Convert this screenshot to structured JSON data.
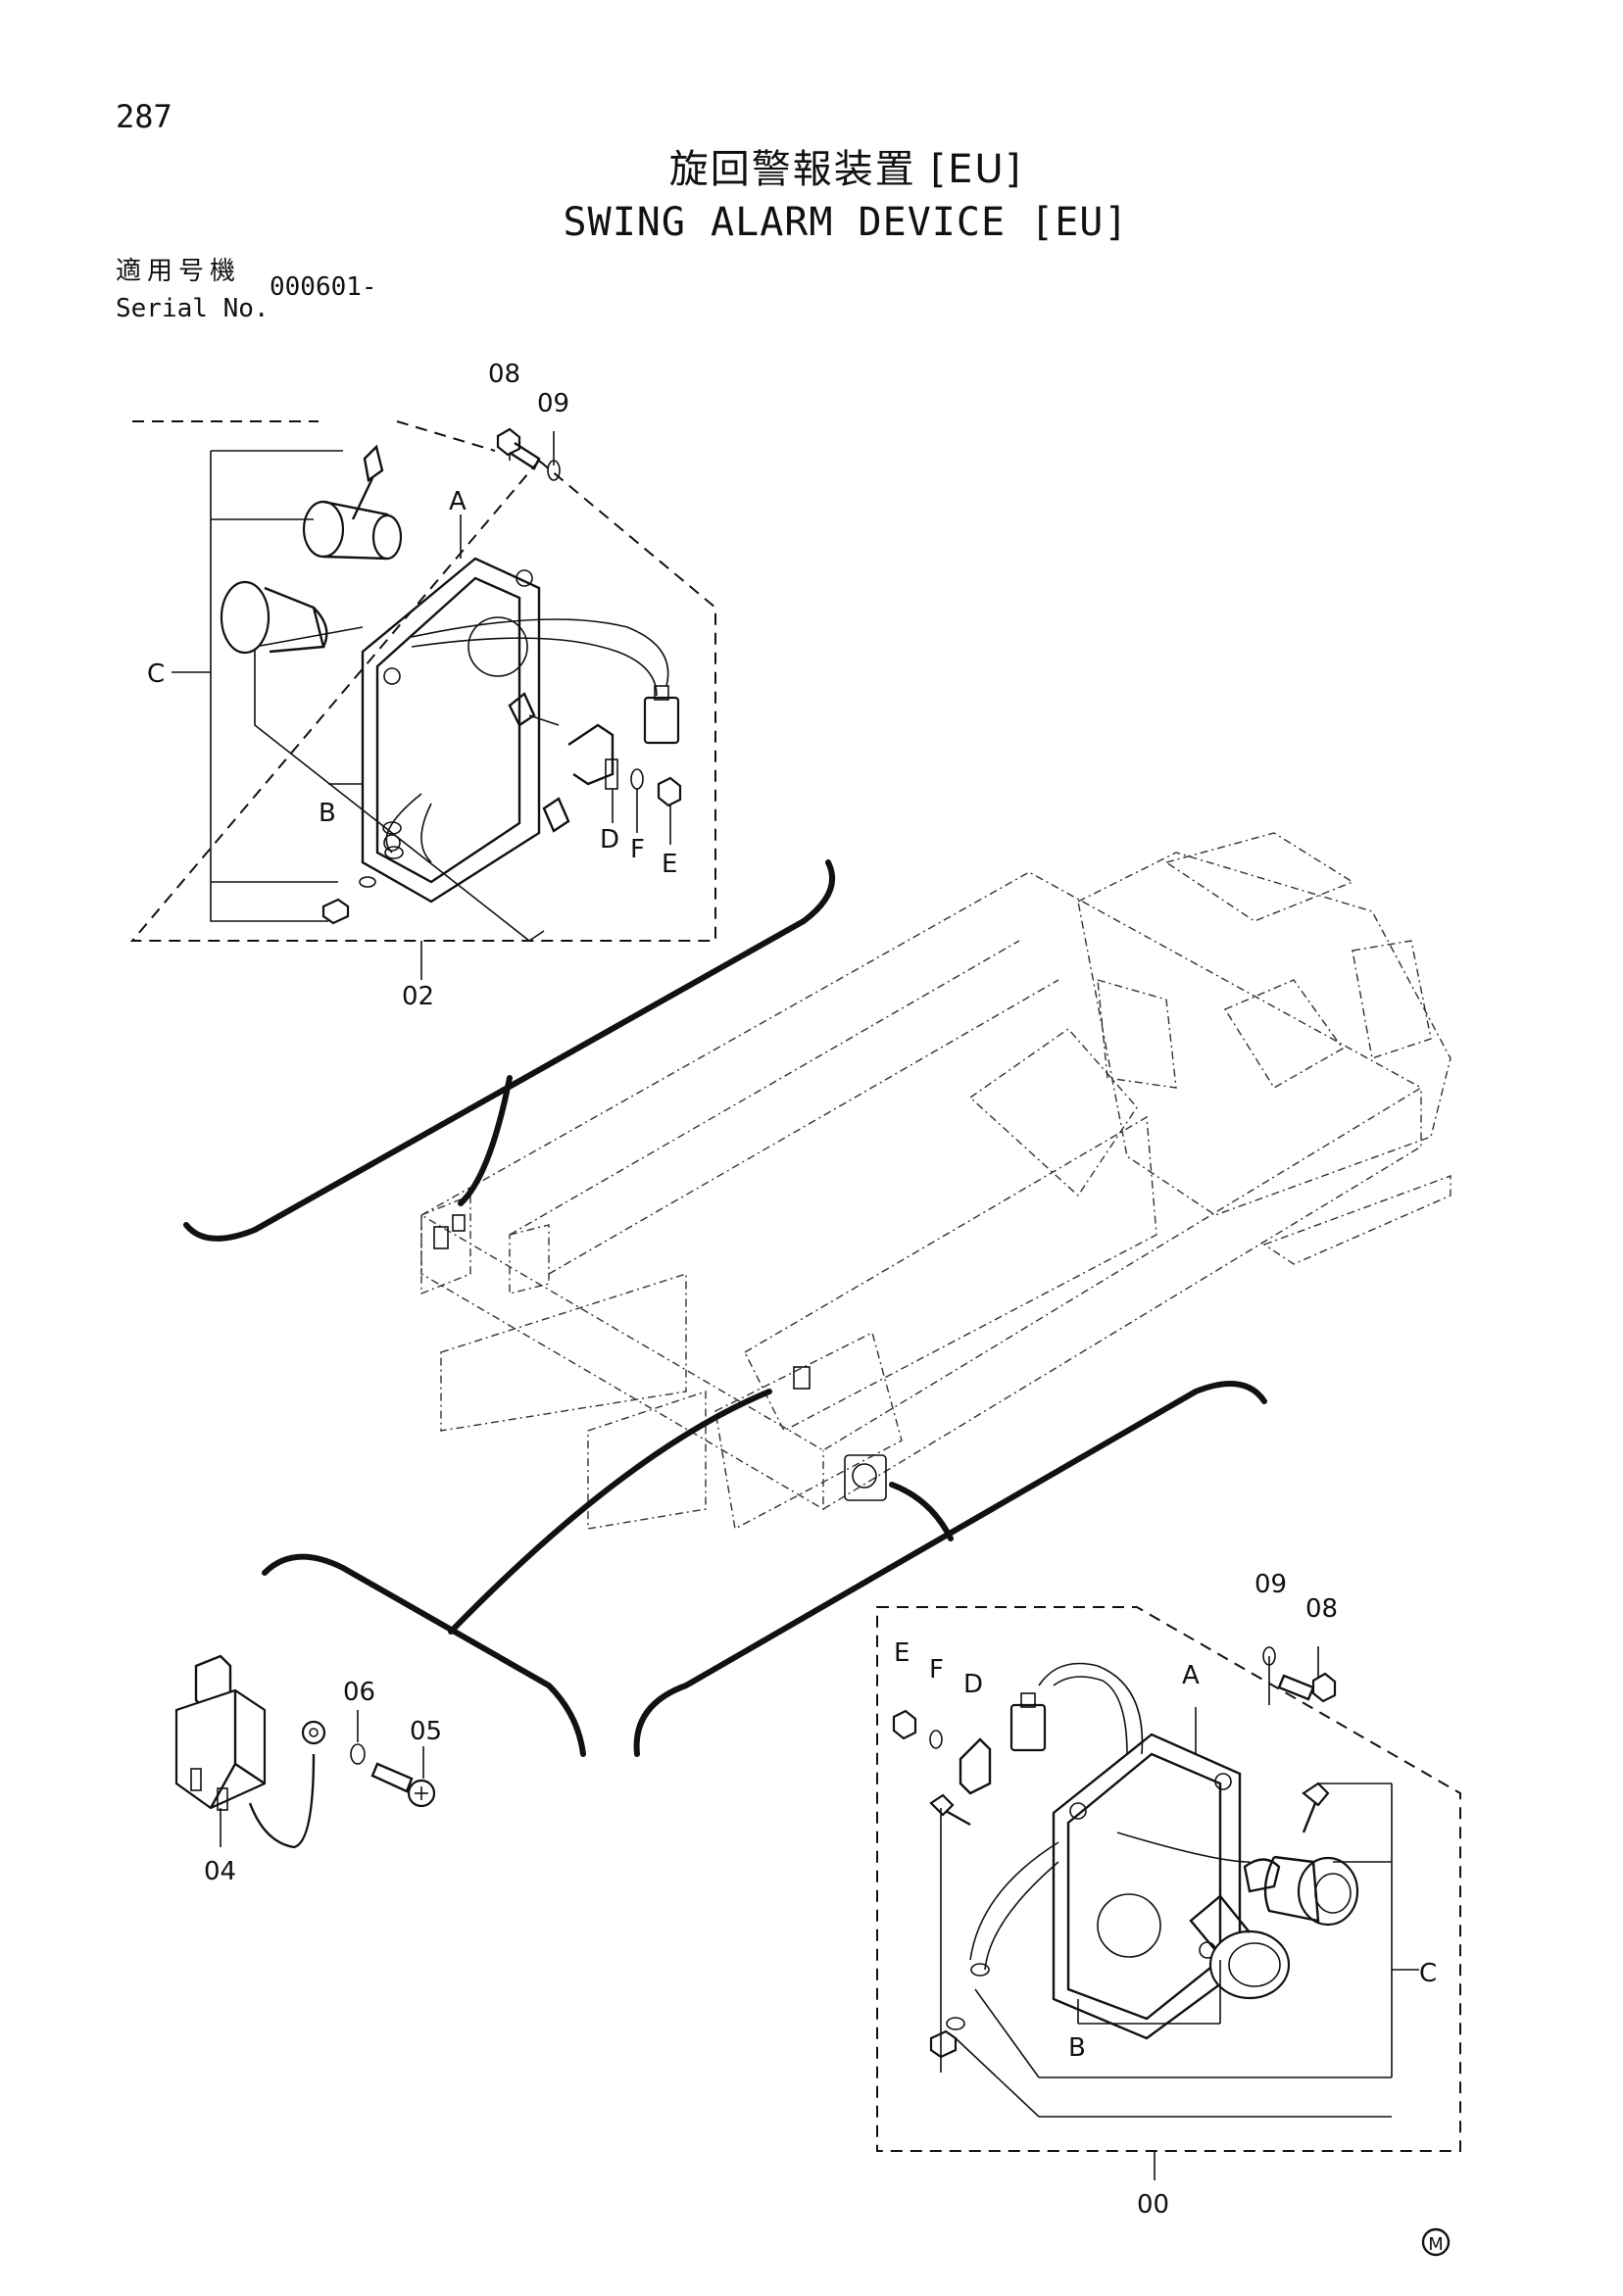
{
  "page_number": "287",
  "title_jp": "旋回警報装置 [EU]",
  "title_en": "SWING ALARM DEVICE [EU]",
  "serial": {
    "label_jp": "適用号機",
    "label_en": "Serial No.",
    "value": "000601-"
  },
  "callouts": {
    "top_assembly": {
      "assembly": "02",
      "bolt": "08",
      "washer": "09",
      "A": "A",
      "B": "B",
      "C": "C",
      "D": "D",
      "E": "E",
      "F": "F"
    },
    "bottom_assembly": {
      "assembly": "00",
      "bolt": "08",
      "washer": "09",
      "A": "A",
      "B": "B",
      "C": "C",
      "D": "D",
      "E": "E",
      "F": "F"
    },
    "relay": {
      "relay": "04",
      "screw": "05",
      "washer": "06"
    }
  },
  "stamp": "M"
}
